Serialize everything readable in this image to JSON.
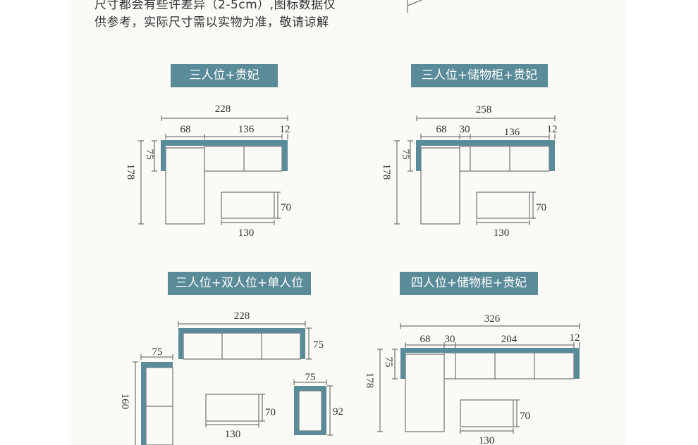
{
  "note": {
    "line1": "尺寸都会有些许差异（2-5cm）,图标数据仅",
    "line2": "供参考，实际尺寸需以实物为准，敬请谅解"
  },
  "diagrams": [
    {
      "label": "三人位+贵妃",
      "dims": {
        "total": "228",
        "chaise": "68",
        "seat": "136",
        "arm": "12",
        "depth": "75",
        "length": "178",
        "table_w": "130",
        "table_h": "70"
      }
    },
    {
      "label": "三人位+储物柜+贵妃",
      "dims": {
        "total": "258",
        "chaise": "68",
        "cabinet": "30",
        "seat": "136",
        "arm": "12",
        "depth": "75",
        "length": "178",
        "table_w": "130",
        "table_h": "70"
      }
    },
    {
      "label": "三人位+双人位+单人位",
      "dims": {
        "three_w": "228",
        "three_d": "75",
        "two_w": "75",
        "two_len": "160",
        "table_w": "130",
        "table_h": "70",
        "one_w": "75",
        "one_d": "92"
      }
    },
    {
      "label": "四人位+储物柜+贵妃",
      "dims": {
        "total": "326",
        "chaise": "68",
        "cabinet": "30",
        "seat": "204",
        "arm": "12",
        "depth": "75",
        "length": "178",
        "table_w": "130",
        "table_h": "70"
      }
    }
  ],
  "colors": {
    "frame": "#5a8b98",
    "line": "#555555",
    "background": "#fbfaf6"
  }
}
